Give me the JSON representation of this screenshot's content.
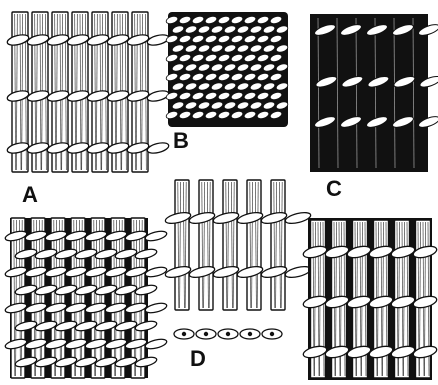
{
  "panels": {
    "a": {
      "label": "A"
    },
    "b": {
      "label": "B"
    },
    "c": {
      "label": "C"
    },
    "d": {
      "label": "D"
    },
    "e": {
      "label": ""
    },
    "f": {
      "label": ""
    }
  },
  "colors": {
    "ink": "#111111",
    "paper": "#ffffff"
  }
}
